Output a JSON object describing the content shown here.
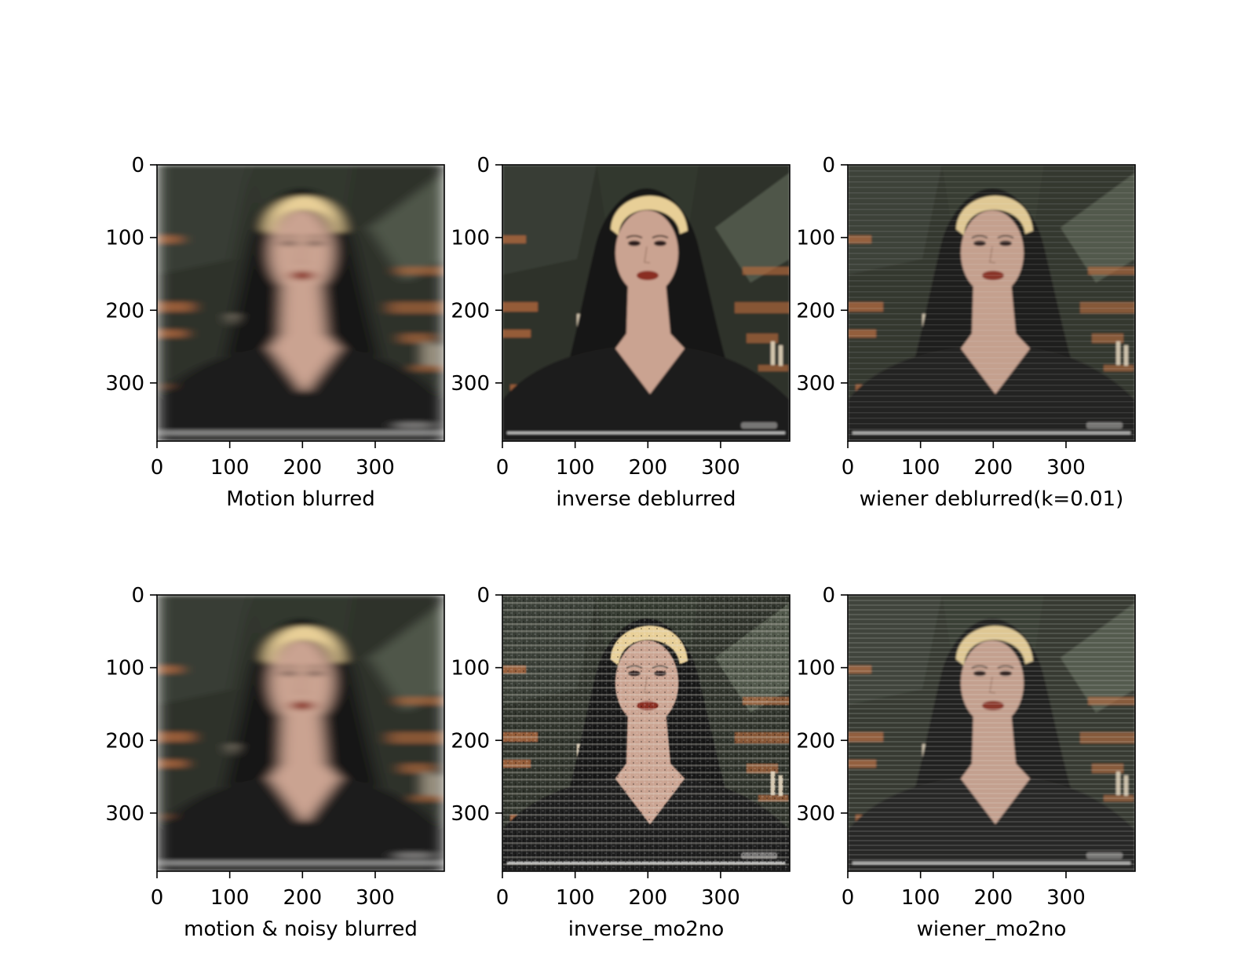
{
  "chart_data": {
    "type": "image-grid",
    "grid": {
      "rows": 2,
      "cols": 3
    },
    "axes": {
      "x_ticks": [
        0,
        100,
        200,
        300
      ],
      "y_ticks": [
        0,
        100,
        200,
        300
      ],
      "xlim": [
        0,
        395
      ],
      "ylim": [
        380,
        0
      ]
    },
    "panels": [
      {
        "title": "Motion blurred",
        "variant": "blur"
      },
      {
        "title": "inverse deblurred",
        "variant": "sharp"
      },
      {
        "title": "wiener deblurred(k=0.01)",
        "variant": "ringing"
      },
      {
        "title": "motion & noisy blurred",
        "variant": "blur"
      },
      {
        "title": "inverse_mo2no",
        "variant": "noisy"
      },
      {
        "title": "wiener_mo2no",
        "variant": "ringing-strong"
      }
    ]
  },
  "colors": {
    "background": "#2d3129",
    "foreground_dark": "#1e1c1a",
    "headband": "#e8cf97",
    "skin": "#caa391",
    "lips": "#8a2d22",
    "hair": "#181614",
    "accent_orange": "#b86a3e",
    "axis": "#000000"
  }
}
